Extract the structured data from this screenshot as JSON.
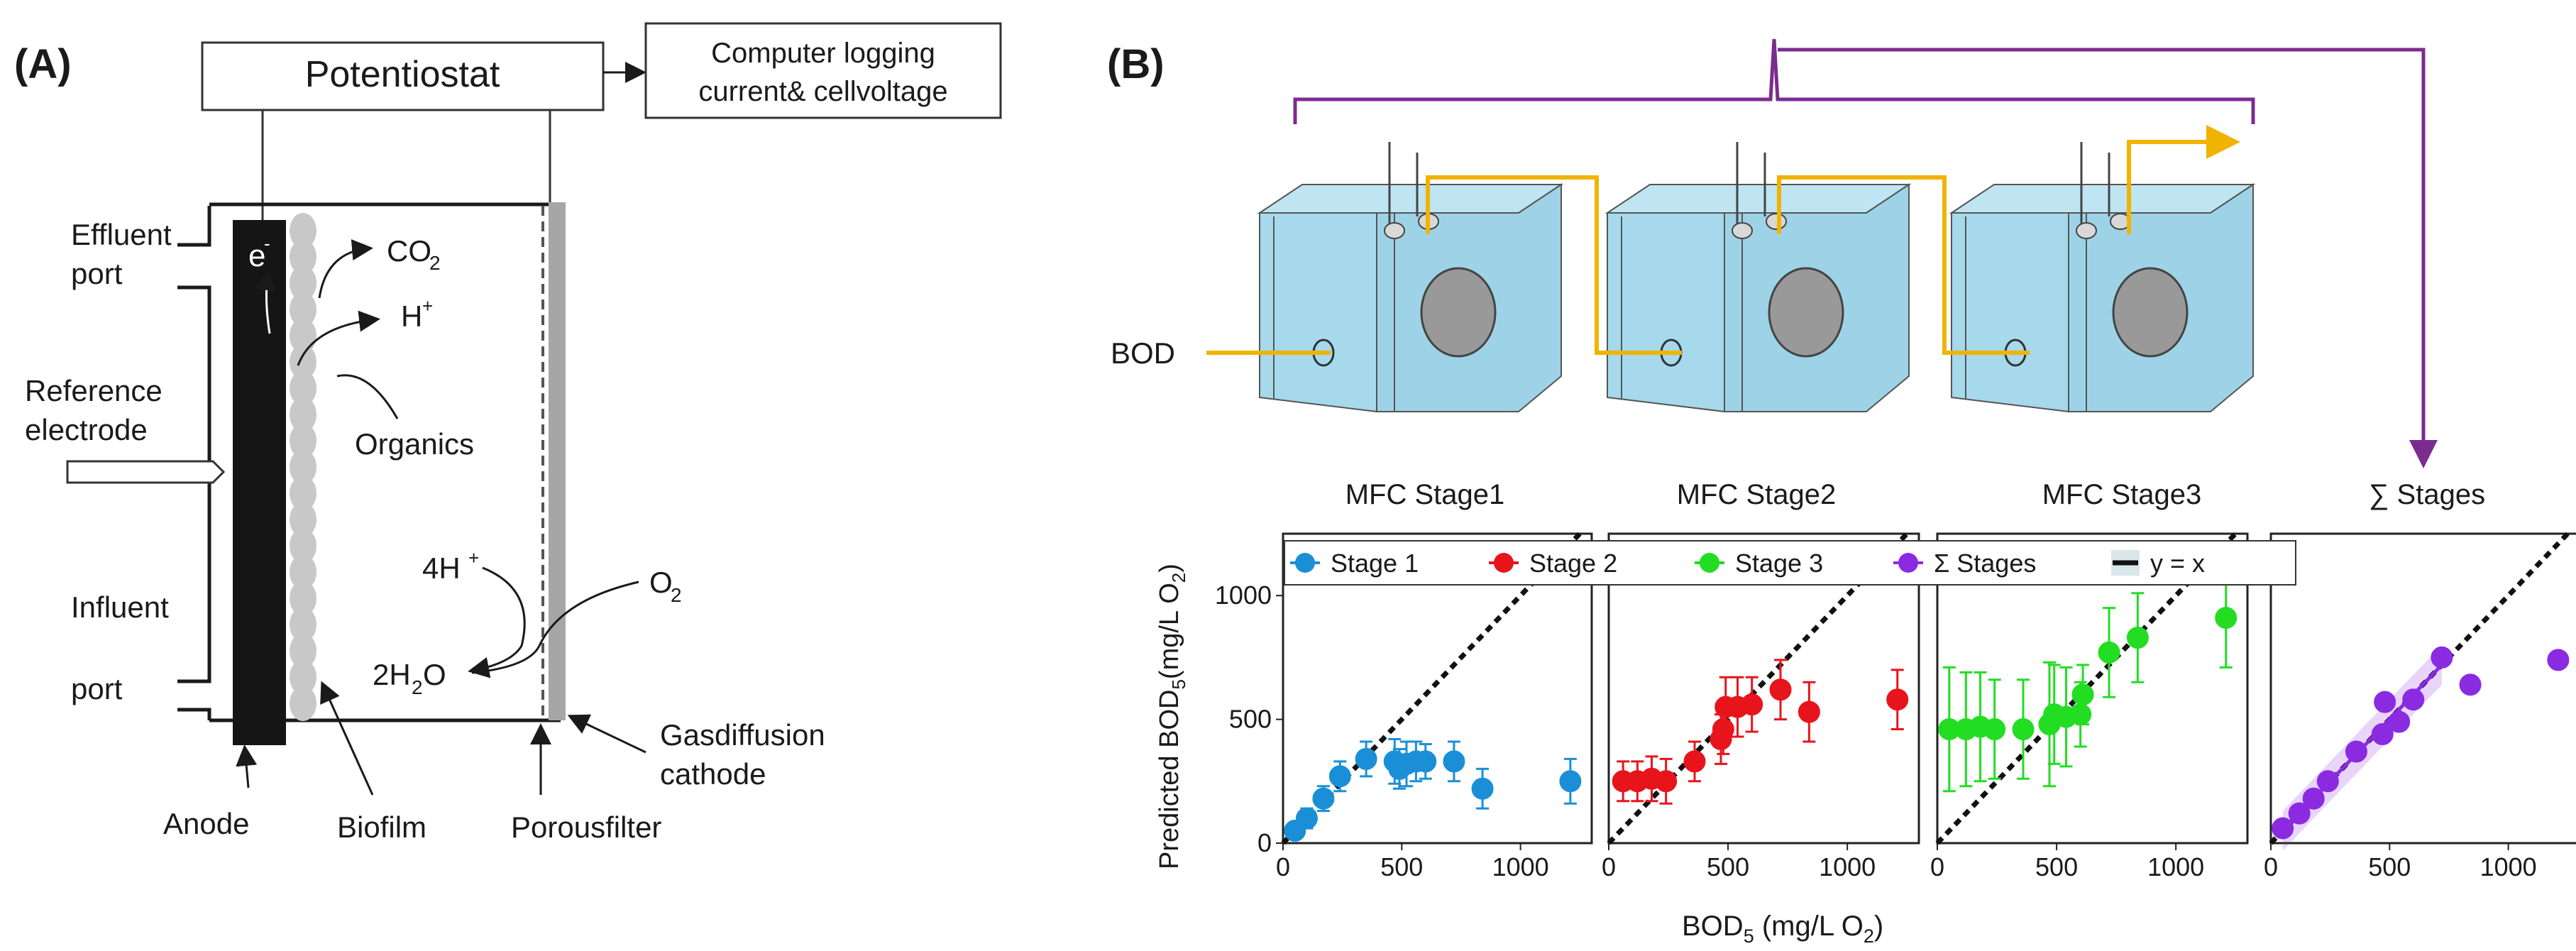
{
  "panel_a": {
    "label": "(A)",
    "potentiostat": "Potentiostat",
    "computer_line1": "Computer logging",
    "computer_line2": "current& cellvoltage",
    "effluent_line1": "Effluent",
    "effluent_line2": "port",
    "reference_line1": "Reference",
    "reference_line2": "electrode",
    "influent_line1": "Influent",
    "influent_line2": "port",
    "electron": "e",
    "co2": "CO",
    "hplus": "H",
    "organics": "Organics",
    "four_h": "4H",
    "o2": "O",
    "two_h2o_a": "2H",
    "two_h2o_b": "O",
    "anode": "Anode",
    "biofilm": "Biofilm",
    "porous": "Porousfilter",
    "gas_line1": "Gasdiffusion",
    "gas_line2": "cathode"
  },
  "panel_b": {
    "label": "(B)",
    "bod": "BOD",
    "stage1": "MFC Stage1",
    "stage2": "MFC Stage2",
    "stage3": "MFC Stage3",
    "sum_stages": "∑ Stages",
    "ylabel": "Predicted BOD",
    "ylabel_sub": "5",
    "ylabel_unit": "(mg/L O",
    "ylabel_unit_sub": "2",
    "xlabel": "BOD",
    "xlabel_sub": "5",
    "xlabel_unit": " (mg/L O",
    "xlabel_unit_sub": "2"
  },
  "colors": {
    "stage1": "#1a8fd8",
    "stage2": "#e8141b",
    "stage3": "#22dd22",
    "sum": "#8a2be2",
    "purple_line": "#7b2c8f",
    "gold": "#f0b400",
    "cube": "#a6d9ec"
  },
  "chart_data": {
    "type": "scatter",
    "xlabel": "BOD5 (mg/L O2)",
    "ylabel": "Predicted BOD5(mg/L O2)",
    "xlim": [
      0,
      1300
    ],
    "ylim": [
      0,
      1250
    ],
    "x_ticks": [
      0,
      500,
      1000
    ],
    "y_ticks": [
      0,
      500,
      1000
    ],
    "legend": [
      {
        "name": "Stage 1",
        "color": "#1a8fd8"
      },
      {
        "name": "Stage 2",
        "color": "#e8141b"
      },
      {
        "name": "Stage 3",
        "color": "#22dd22"
      },
      {
        "name": "Σ Stages",
        "color": "#8a2be2"
      },
      {
        "name": "y = x",
        "color": "#000000"
      }
    ],
    "panels": [
      {
        "series": "Stage 1",
        "points": [
          {
            "x": 50,
            "y": 50,
            "e": 30
          },
          {
            "x": 100,
            "y": 100,
            "e": 40
          },
          {
            "x": 170,
            "y": 180,
            "e": 50
          },
          {
            "x": 240,
            "y": 270,
            "e": 60
          },
          {
            "x": 350,
            "y": 340,
            "e": 70
          },
          {
            "x": 470,
            "y": 330,
            "e": 90
          },
          {
            "x": 490,
            "y": 300,
            "e": 80
          },
          {
            "x": 520,
            "y": 320,
            "e": 90
          },
          {
            "x": 560,
            "y": 330,
            "e": 80
          },
          {
            "x": 600,
            "y": 330,
            "e": 70
          },
          {
            "x": 720,
            "y": 330,
            "e": 80
          },
          {
            "x": 840,
            "y": 220,
            "e": 80
          },
          {
            "x": 1210,
            "y": 250,
            "e": 90
          }
        ]
      },
      {
        "series": "Stage 2",
        "points": [
          {
            "x": 60,
            "y": 250,
            "e": 80
          },
          {
            "x": 120,
            "y": 250,
            "e": 80
          },
          {
            "x": 180,
            "y": 260,
            "e": 90
          },
          {
            "x": 240,
            "y": 250,
            "e": 90
          },
          {
            "x": 360,
            "y": 330,
            "e": 80
          },
          {
            "x": 470,
            "y": 420,
            "e": 100
          },
          {
            "x": 480,
            "y": 460,
            "e": 100
          },
          {
            "x": 490,
            "y": 550,
            "e": 120
          },
          {
            "x": 540,
            "y": 550,
            "e": 120
          },
          {
            "x": 600,
            "y": 560,
            "e": 110
          },
          {
            "x": 720,
            "y": 620,
            "e": 120
          },
          {
            "x": 840,
            "y": 530,
            "e": 120
          },
          {
            "x": 1210,
            "y": 580,
            "e": 120
          }
        ]
      },
      {
        "series": "Stage 3",
        "points": [
          {
            "x": 50,
            "y": 460,
            "e": 250
          },
          {
            "x": 120,
            "y": 460,
            "e": 230
          },
          {
            "x": 180,
            "y": 470,
            "e": 220
          },
          {
            "x": 240,
            "y": 460,
            "e": 200
          },
          {
            "x": 360,
            "y": 460,
            "e": 200
          },
          {
            "x": 470,
            "y": 480,
            "e": 250
          },
          {
            "x": 490,
            "y": 520,
            "e": 200
          },
          {
            "x": 540,
            "y": 510,
            "e": 200
          },
          {
            "x": 600,
            "y": 520,
            "e": 130
          },
          {
            "x": 610,
            "y": 600,
            "e": 120
          },
          {
            "x": 720,
            "y": 770,
            "e": 180
          },
          {
            "x": 840,
            "y": 830,
            "e": 180
          },
          {
            "x": 1210,
            "y": 910,
            "e": 200
          }
        ]
      },
      {
        "series": "Σ Stages",
        "points": [
          {
            "x": 50,
            "y": 60,
            "e": 0
          },
          {
            "x": 120,
            "y": 120,
            "e": 0
          },
          {
            "x": 180,
            "y": 180,
            "e": 0
          },
          {
            "x": 240,
            "y": 250,
            "e": 0
          },
          {
            "x": 360,
            "y": 370,
            "e": 0
          },
          {
            "x": 470,
            "y": 440,
            "e": 0
          },
          {
            "x": 480,
            "y": 570,
            "e": 0
          },
          {
            "x": 540,
            "y": 490,
            "e": 0
          },
          {
            "x": 600,
            "y": 580,
            "e": 0
          },
          {
            "x": 720,
            "y": 750,
            "e": 0
          },
          {
            "x": 840,
            "y": 640,
            "e": 0
          },
          {
            "x": 1210,
            "y": 740,
            "e": 0
          }
        ]
      }
    ]
  }
}
